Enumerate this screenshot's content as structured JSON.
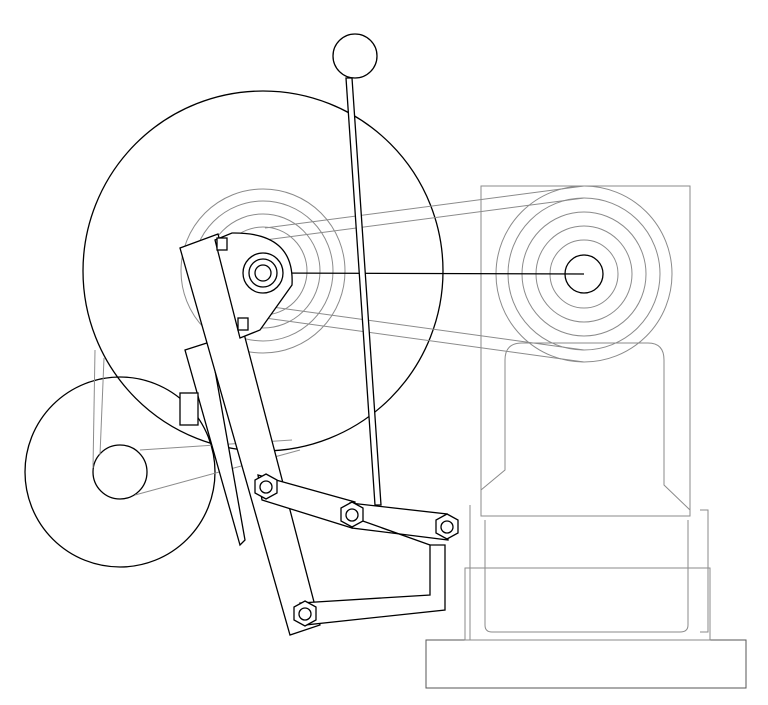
{
  "drawing": {
    "colors": {
      "line": "#000000",
      "hidden_line": "#8a8a8a",
      "background": "#ffffff"
    },
    "parts": [
      "large-flywheel",
      "small-wheel",
      "right-pulley",
      "lever-handle",
      "inclined-arm",
      "linkage",
      "frame",
      "base"
    ]
  }
}
